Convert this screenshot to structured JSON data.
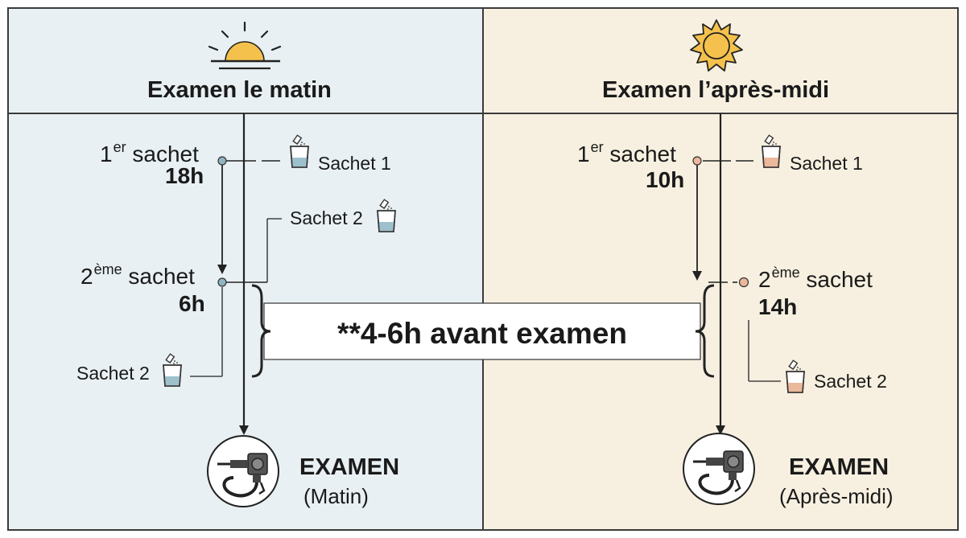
{
  "colors": {
    "morning_panel": "#e8f0f3",
    "afternoon_panel": "#f7f0e0",
    "sun": "#f4c24c",
    "morning_accent": "#8fb4c2",
    "afternoon_accent": "#eab89a",
    "line": "#222222"
  },
  "icons": [
    "sunrise-icon",
    "sun-icon",
    "sachet-icon",
    "colonoscope-icon",
    "brace-icon"
  ],
  "morning": {
    "header": "Examen le matin",
    "first_label": "1",
    "first_sup": "er",
    "first_word": "sachet",
    "first_time": "18h",
    "first_sachet": "Sachet 1",
    "second_sachet_top": "Sachet 2",
    "second_label": "2",
    "second_sup": "ème",
    "second_word": "sachet",
    "second_time": "6h",
    "second_sachet_bottom": "Sachet 2",
    "exam_title": "EXAMEN",
    "exam_sub": "(Matin)"
  },
  "afternoon": {
    "header": "Examen l’après-midi",
    "first_label": "1",
    "first_sup": "er",
    "first_word": "sachet",
    "first_time": "10h",
    "first_sachet": "Sachet 1",
    "second_label": "2",
    "second_sup": "ème",
    "second_word": "sachet",
    "second_time": "14h",
    "second_sachet": "Sachet 2",
    "exam_title": "EXAMEN",
    "exam_sub": "(Après-midi)"
  },
  "banner": "**4-6h avant examen"
}
